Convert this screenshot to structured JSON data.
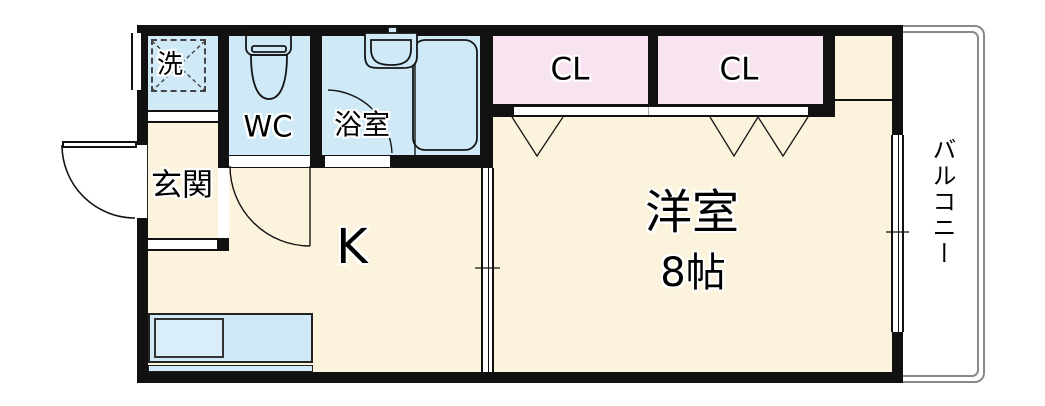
{
  "plan_type": "apartment-floor-plan",
  "rooms": {
    "laundry": {
      "label": "洗"
    },
    "wc": {
      "label": "WC"
    },
    "bath": {
      "label": "浴室"
    },
    "entrance": {
      "label": "玄関"
    },
    "kitchen": {
      "label": "K"
    },
    "western_room": {
      "label": "洋室",
      "size": "8帖"
    },
    "closet_left": {
      "label": "CL"
    },
    "closet_right": {
      "label": "CL"
    },
    "balcony": {
      "label": "バルコニー"
    }
  },
  "fixtures": [
    "toilet-icon",
    "bath-sink-icon",
    "bathtub-icon",
    "kitchen-sink-icon",
    "washer-space-icon",
    "entry-door-swing-arc",
    "wc-door-swing-arc",
    "bath-door-swing-arc",
    "closet-folding-door-marks",
    "sliding-partition",
    "sliding-window",
    "balcony-outline"
  ],
  "colors": {
    "room_cream": "#fcf3dd",
    "wet_area_blue": "#cfe9f7",
    "closet_pink": "#f8e3f1",
    "wall_black": "#111111",
    "balcony_gray": "#8a8a8a"
  }
}
